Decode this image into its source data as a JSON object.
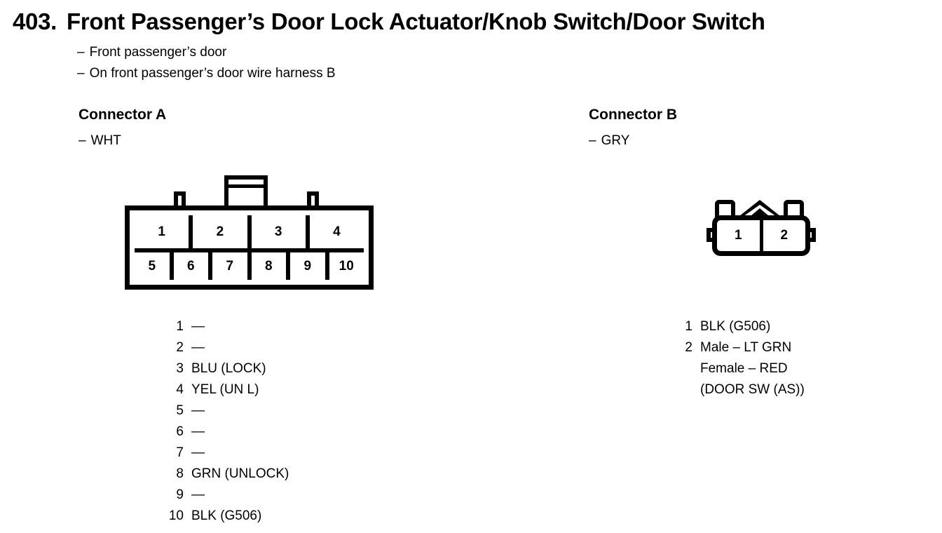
{
  "header": {
    "number": "403.",
    "title": "Front Passenger’s Door Lock Actuator/Knob Switch/Door Switch",
    "dash": "–",
    "subtitle_1": "Front passenger’s door",
    "subtitle_2": "On front passenger’s door wire harness B"
  },
  "connector_a": {
    "heading": "Connector A",
    "dash": "–",
    "color": "WHT",
    "top_row_pins": [
      "1",
      "2",
      "3",
      "4"
    ],
    "bottom_row_pins": [
      "5",
      "6",
      "7",
      "8",
      "9",
      "10"
    ],
    "pins": [
      {
        "num": "1",
        "value": "—"
      },
      {
        "num": "2",
        "value": "—"
      },
      {
        "num": "3",
        "value": "BLU (LOCK)"
      },
      {
        "num": "4",
        "value": "YEL (UN L)"
      },
      {
        "num": "5",
        "value": "—"
      },
      {
        "num": "6",
        "value": "—"
      },
      {
        "num": "7",
        "value": "—"
      },
      {
        "num": "8",
        "value": "GRN (UNLOCK)"
      },
      {
        "num": "9",
        "value": "—"
      },
      {
        "num": "10",
        "value": "BLK (G506)"
      }
    ]
  },
  "connector_b": {
    "heading": "Connector B",
    "dash": "–",
    "color": "GRY",
    "body_pins": [
      "1",
      "2"
    ],
    "pins": [
      {
        "num": "1",
        "value": "BLK (G506)",
        "continuation": false
      },
      {
        "num": "2",
        "value": "Male – LT GRN",
        "continuation": false
      },
      {
        "num": "",
        "value": "Female – RED",
        "continuation": true
      },
      {
        "num": "",
        "value": "(DOOR SW (AS))",
        "continuation": true
      }
    ]
  },
  "colors": {
    "ink": "#000000",
    "paper": "#ffffff"
  }
}
